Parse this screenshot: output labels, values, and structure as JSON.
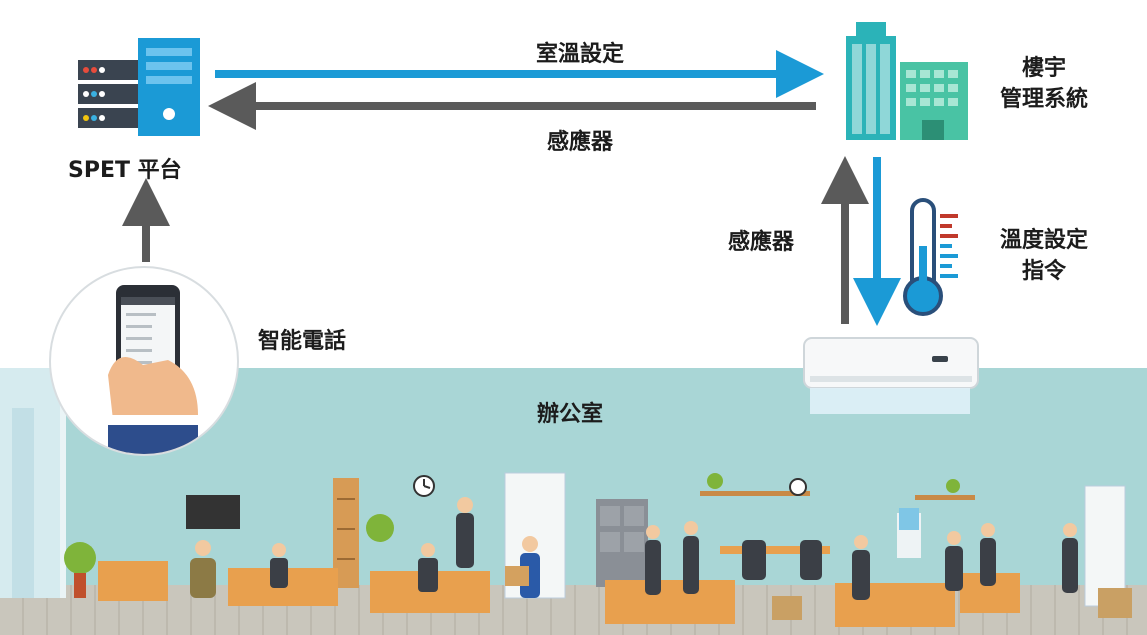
{
  "labels": {
    "spet": "SPET 平台",
    "room_temp_setting": "室溫設定",
    "sensor_top": "感應器",
    "bms": "樓宇\n管理系統",
    "sensor_side": "感應器",
    "temp_command": "溫度設定\n指令",
    "smartphone": "智能電話",
    "office": "辦公室"
  },
  "colors": {
    "blue_arrow": "#1b9ad6",
    "gray_arrow": "#5a5a5a",
    "wall": "#a9d6d6",
    "building_teal": "#2bb3b8",
    "server_blue": "#1b9ad6",
    "server_dark": "#3a4450"
  },
  "icons": {
    "server": "server-icon",
    "buildings": "buildings-icon",
    "thermometer": "thermometer-icon",
    "air_conditioner": "air-conditioner-icon",
    "phone_hand": "smartphone-hand-icon",
    "office_scene": "office-scene-illustration"
  }
}
